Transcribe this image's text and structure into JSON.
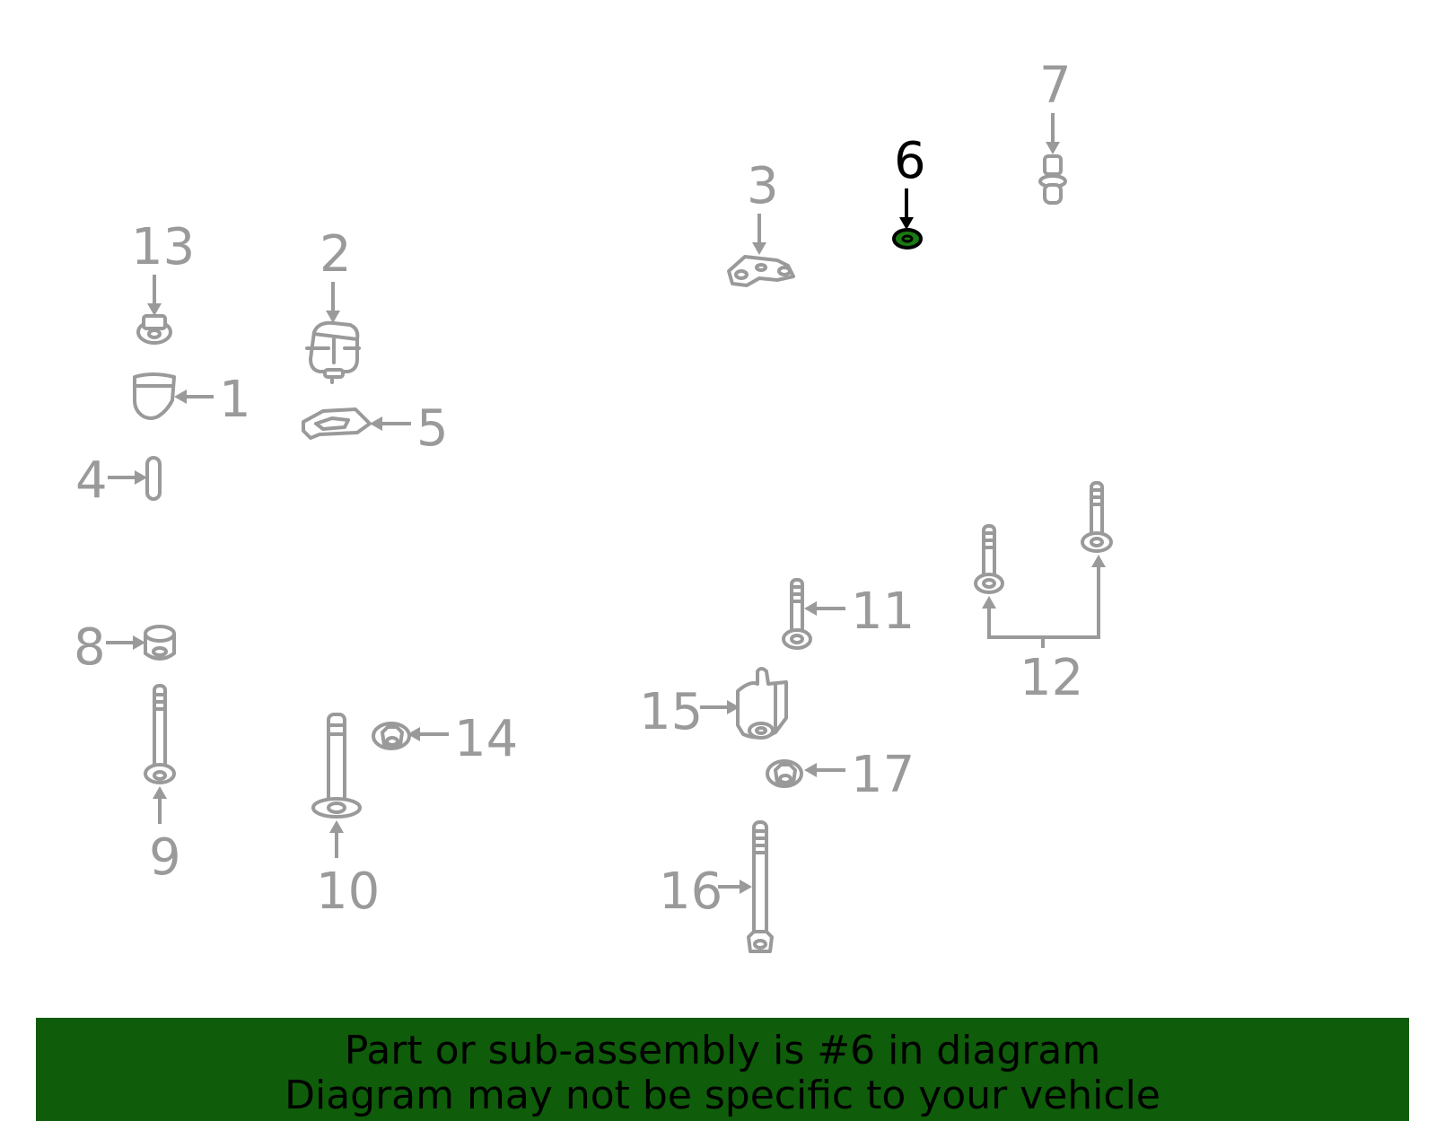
{
  "diagram": {
    "highlighted_part": "6",
    "callouts": [
      "1",
      "2",
      "3",
      "4",
      "5",
      "6",
      "7",
      "8",
      "9",
      "10",
      "11",
      "12",
      "13",
      "14",
      "15",
      "16",
      "17"
    ]
  },
  "colors": {
    "part_stroke": "#9a9a9a",
    "highlight": "#000000",
    "highlight_part_fill": "#1a7a12",
    "banner_bg": "#0f5c0a"
  },
  "banner": {
    "line1": "Part or sub-assembly is #6 in diagram",
    "line2": "Diagram may not be specific to your vehicle"
  }
}
